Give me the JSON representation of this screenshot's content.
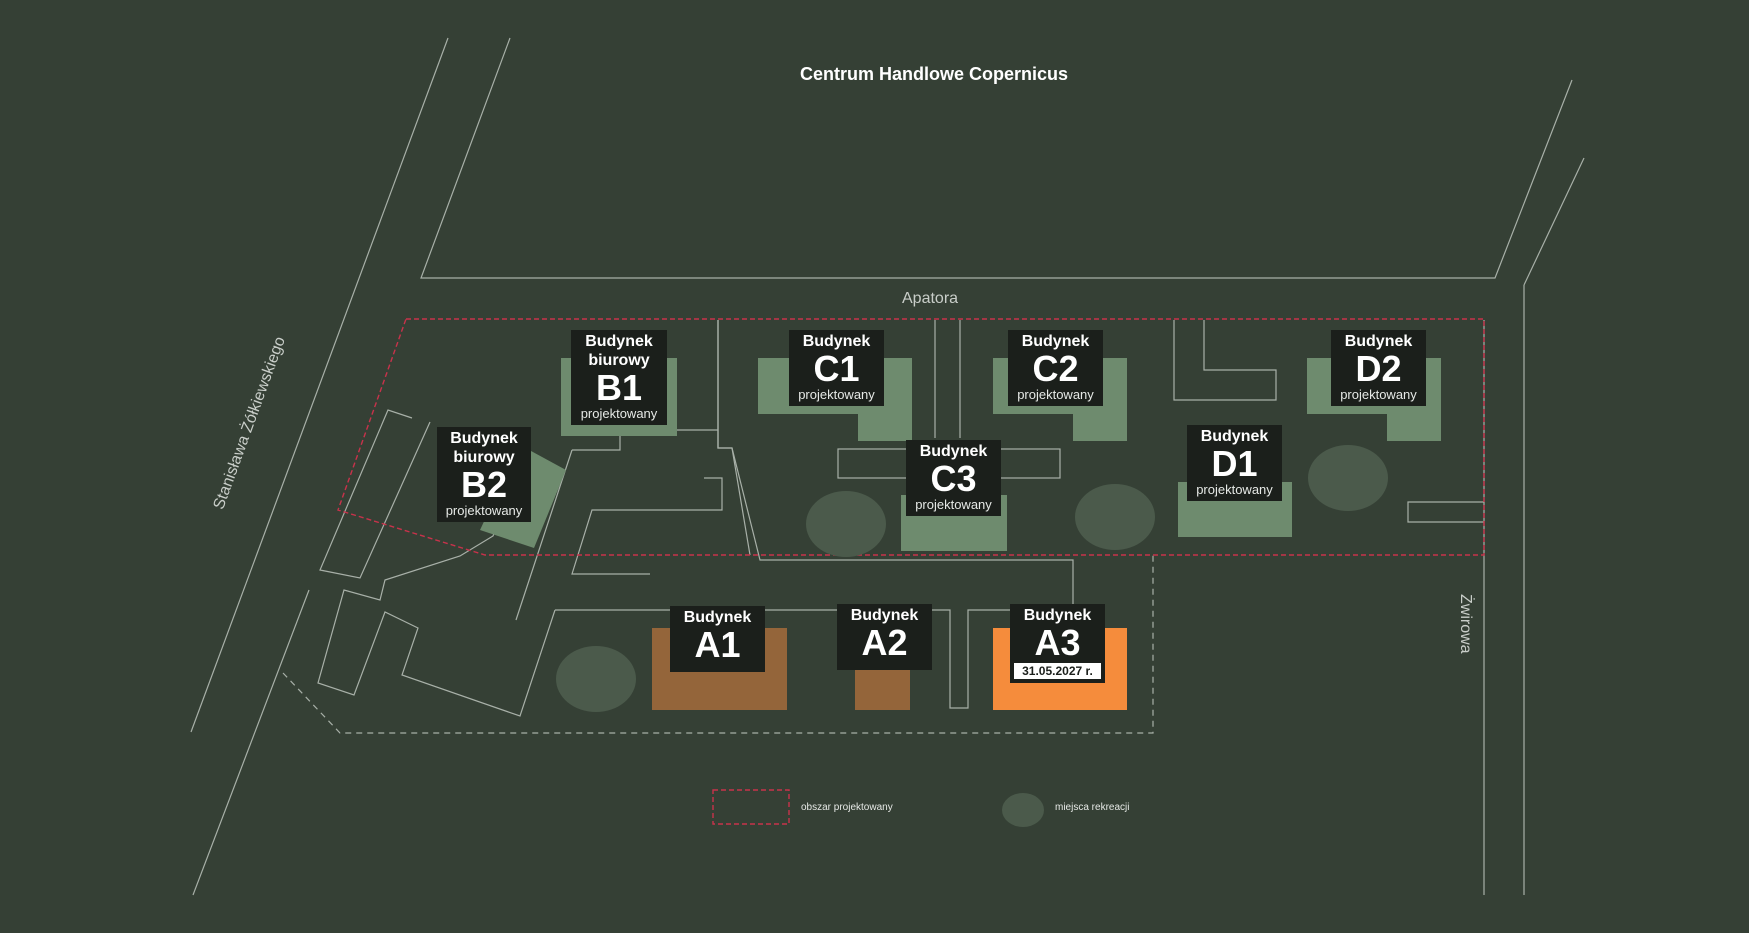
{
  "map": {
    "title": "Centrum Handlowe Copernicus",
    "streets": {
      "apatora": "Apatora",
      "zolkiewskiego": "Stanisława Żółkiewskiego",
      "zwirowa": "Żwirowa"
    },
    "buildings": [
      {
        "id": "b1",
        "lines": [
          "Budynek",
          "biurowy"
        ],
        "code": "B1",
        "status": "projektowany",
        "date": ""
      },
      {
        "id": "b2",
        "lines": [
          "Budynek",
          "biurowy"
        ],
        "code": "B2",
        "status": "projektowany",
        "date": ""
      },
      {
        "id": "c1",
        "lines": [
          "Budynek"
        ],
        "code": "C1",
        "status": "projektowany",
        "date": ""
      },
      {
        "id": "c2",
        "lines": [
          "Budynek"
        ],
        "code": "C2",
        "status": "projektowany",
        "date": ""
      },
      {
        "id": "c3",
        "lines": [
          "Budynek"
        ],
        "code": "C3",
        "status": "projektowany",
        "date": ""
      },
      {
        "id": "d1",
        "lines": [
          "Budynek"
        ],
        "code": "D1",
        "status": "projektowany",
        "date": ""
      },
      {
        "id": "d2",
        "lines": [
          "Budynek"
        ],
        "code": "D2",
        "status": "projektowany",
        "date": ""
      },
      {
        "id": "a1",
        "lines": [
          "Budynek"
        ],
        "code": "A1",
        "status": "",
        "date": ""
      },
      {
        "id": "a2",
        "lines": [
          "Budynek"
        ],
        "code": "A2",
        "status": "",
        "date": ""
      },
      {
        "id": "a3",
        "lines": [
          "Budynek"
        ],
        "code": "A3",
        "status": "",
        "date": "31.05.2027 r."
      }
    ],
    "legend": {
      "planned_area": "obszar projektowany",
      "recreation": "miejsca rekreacji"
    },
    "colors": {
      "background": "#354035",
      "planned_building": "#6e8b6e",
      "recreation": "#4b5a4b",
      "built": "#94653a",
      "highlight": "#f58c3c",
      "planned_border": "#c8324b",
      "road": "#a8b0a8"
    }
  }
}
